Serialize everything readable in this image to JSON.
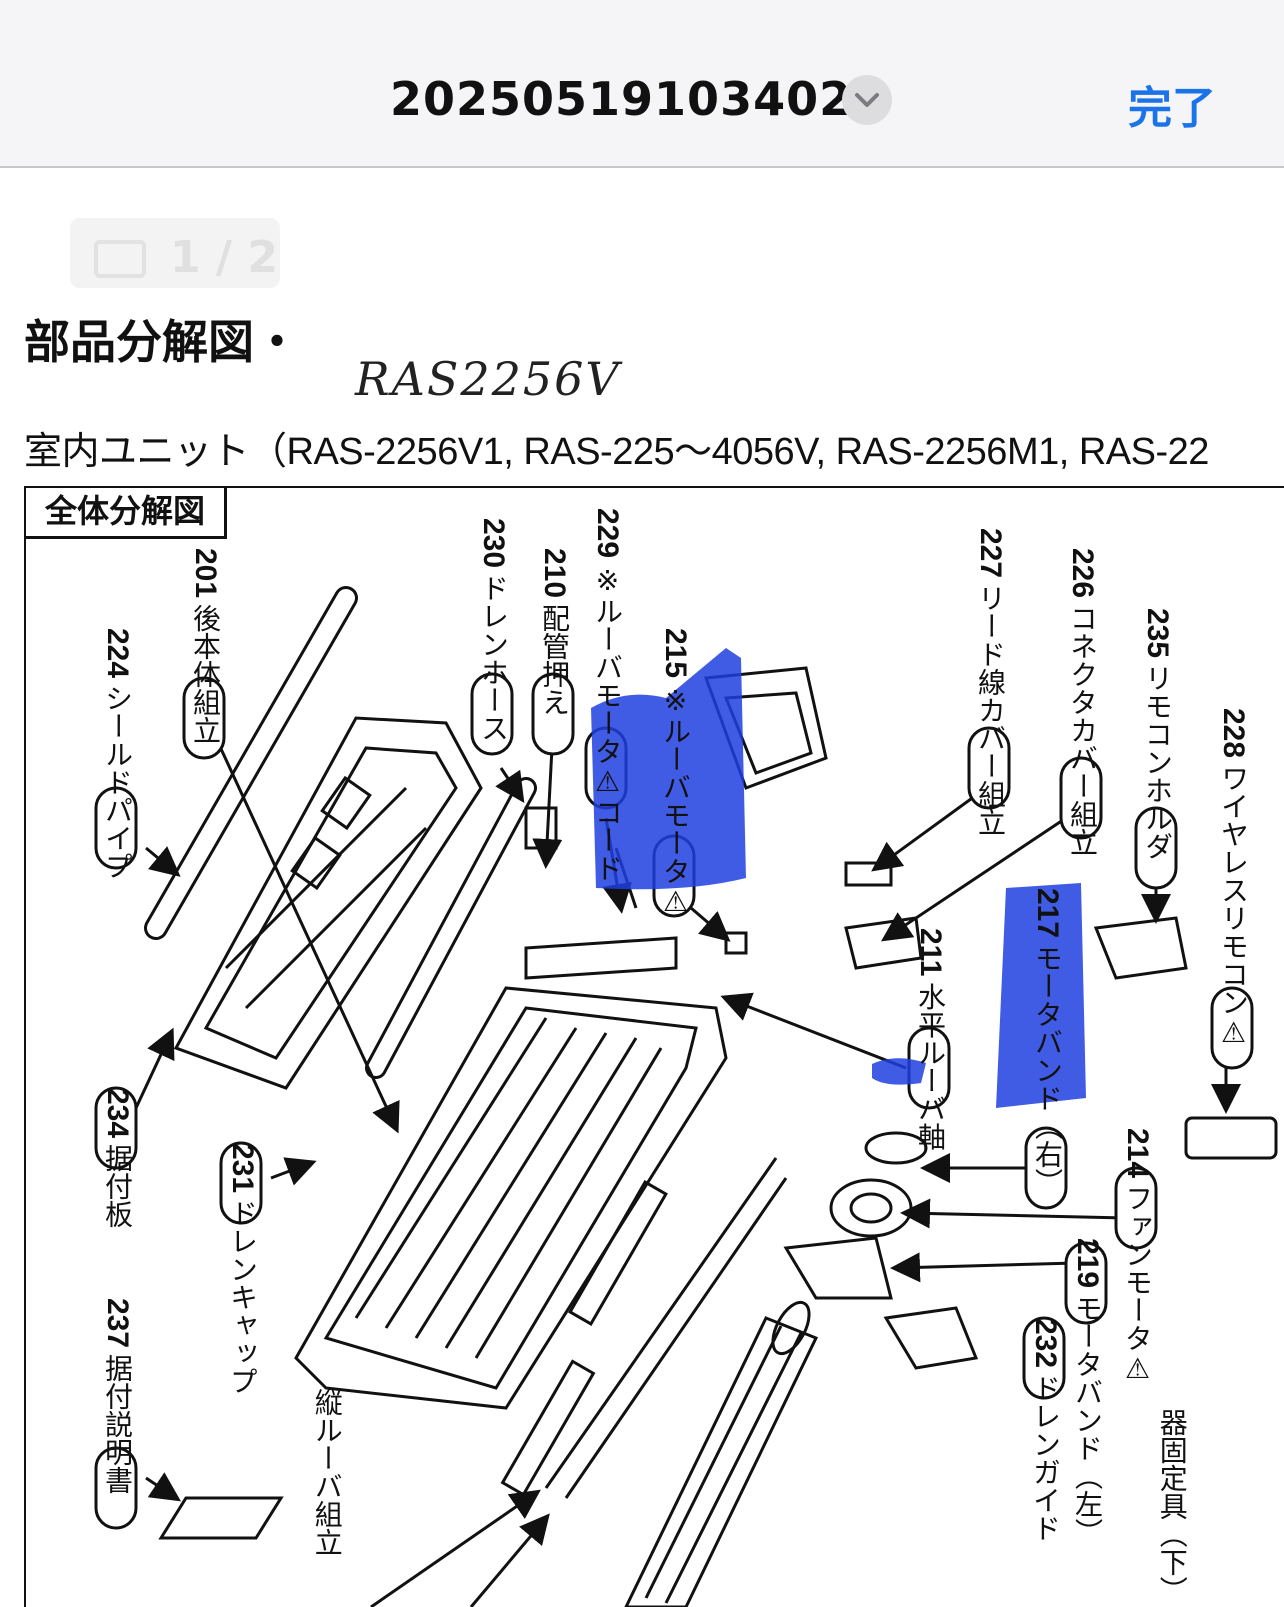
{
  "top_bar": {
    "title": "20250519103402",
    "done_label": "完了"
  },
  "pager": {
    "label": "1 / 2"
  },
  "document": {
    "heading": "部品分解図・",
    "handwritten_note": "RAS2256V",
    "subheading": "室内ユニット（RAS-2256V1, RAS-225～4056V, RAS-2256M1, RAS-22",
    "frame_label": "全体分解図"
  },
  "parts": [
    {
      "num": "224",
      "name": "シールドパイプ"
    },
    {
      "num": "201",
      "name": "後本体組立"
    },
    {
      "num": "230",
      "name": "ドレンホース"
    },
    {
      "num": "210",
      "name": "配管押え"
    },
    {
      "num": "229",
      "name": "※ルーバモータ⚠コード"
    },
    {
      "num": "215",
      "name": "※ルーバモータ⚠"
    },
    {
      "num": "227",
      "name": "リード線カバー組立"
    },
    {
      "num": "226",
      "name": "コネクタカバー組立"
    },
    {
      "num": "235",
      "name": "リモコンホルダ"
    },
    {
      "num": "228",
      "name": "ワイヤレスリモコン⚠"
    },
    {
      "num": "211",
      "name": "水平ルーバ軸"
    },
    {
      "num": "217",
      "name": "モータバンド（右）"
    },
    {
      "num": "214",
      "name": "ファンモータ⚠"
    },
    {
      "num": "219",
      "name": "モータバンド（左）"
    },
    {
      "num": "232",
      "name": "ドレンガイド"
    },
    {
      "num": "234",
      "name": "据付板"
    },
    {
      "num": "231",
      "name": "ドレンキャップ"
    },
    {
      "num": "237",
      "name": "据付説明書"
    },
    {
      "num": "",
      "name": "縦ルーバ組立"
    },
    {
      "num": "",
      "name": "器固定具（下）"
    }
  ],
  "colors": {
    "accent": "#1a73e8",
    "highlight": "#1f3fe0"
  },
  "icons": {
    "chevron": "chevron-down-icon",
    "pages": "sidebar-icon"
  }
}
